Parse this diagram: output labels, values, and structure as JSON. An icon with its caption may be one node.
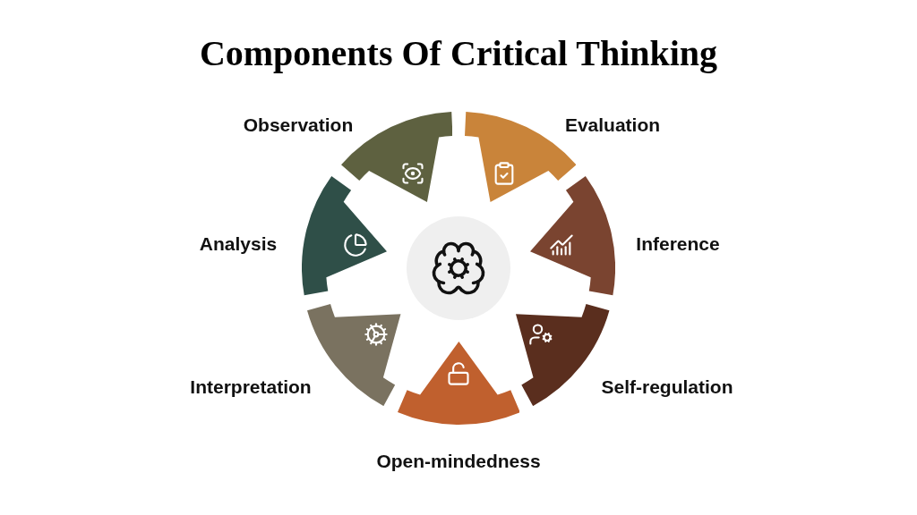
{
  "diagram": {
    "title": "Components Of Critical Thinking",
    "nodes": [
      {
        "text": [
          "Observation"
        ]
      },
      {
        "text": [
          "Evaluation"
        ]
      },
      {
        "text": [
          "Analysis"
        ]
      },
      {
        "text": [
          "Inference"
        ]
      },
      {
        "text": [
          "Interpretation"
        ]
      },
      {
        "text": [
          "Self-regulation"
        ]
      },
      {
        "text": [
          "Open-mindedness"
        ]
      }
    ]
  }
}
